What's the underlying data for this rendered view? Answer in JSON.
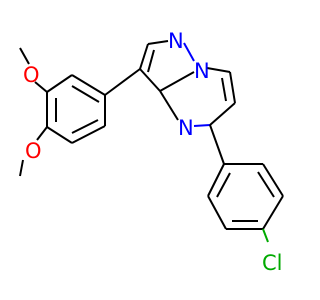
{
  "molecule": {
    "atoms": {
      "n1": "N",
      "n2": "N",
      "n3": "N",
      "o1": "O",
      "o2": "O",
      "cl": "Cl"
    }
  },
  "colors": {
    "bond": "#000000",
    "nitrogen": "#0000ff",
    "oxygen": "#ff0000",
    "chlorine": "#00aa00",
    "background": "#ffffff"
  }
}
